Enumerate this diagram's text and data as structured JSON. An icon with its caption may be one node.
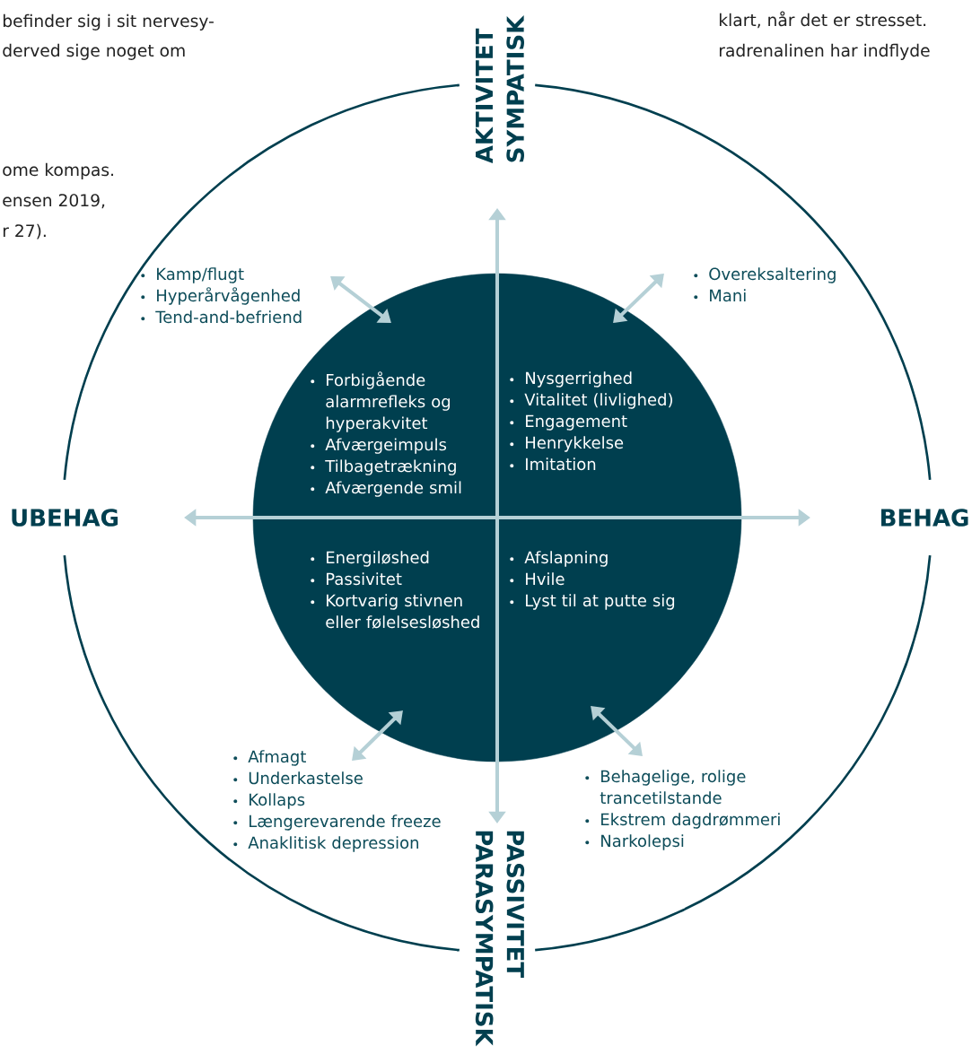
{
  "diagram": {
    "nodes": [
      {
        "text": [
          "AKTIVITET",
          "SYMPATISK"
        ]
      },
      {
        "text": [
          "UBEHAG"
        ]
      },
      {
        "text": [
          "BEHAG"
        ]
      },
      {
        "text": [
          "Kamp/flugt",
          "Hyperårvågenhed",
          "Tend-and-befriend"
        ]
      },
      {
        "text": [
          "Overeksaltering",
          "Mani"
        ]
      },
      {
        "text": [],
        "shape": "circle"
      },
      {
        "text": [
          "Forbigående alarmrefleks og hyperakvitet",
          "Afværgeimpuls",
          "Tilbagetrækning",
          "Afværgende smil"
        ],
        "in": 5
      },
      {
        "text": [
          "Nysgerrighed",
          "Vitalitet (livlighed)",
          "Engagement",
          "Henrykkelse",
          "Imitation"
        ],
        "in": 5
      },
      {
        "text": [
          "Energiløshed",
          "Passivitet",
          "Kortvarig stivnen eller følelsesløshed"
        ],
        "in": 5
      },
      {
        "text": [
          "Afslapning",
          "Hvile",
          "Lyst til at putte sig"
        ],
        "in": 5
      },
      {
        "text": [
          "Afmagt",
          "Underkastelse",
          "Kollaps",
          "Længerevarende freeze",
          "Anaklitisk depression"
        ]
      },
      {
        "text": [
          "Behagelige, rolige trancetilstande",
          "Ekstrem dagdrømmeri",
          "Narkolepsi"
        ]
      },
      {
        "text": [
          "PASSIVITET",
          "PARASYMPATISK"
        ]
      }
    ],
    "edges": [
      {
        "from": 12,
        "to": 0,
        "arrow": "both"
      },
      {
        "from": 1,
        "to": 2,
        "arrow": "both"
      },
      {
        "from": 3,
        "to": 5,
        "arrow": "both"
      },
      {
        "from": 4,
        "to": 5,
        "arrow": "both"
      },
      {
        "from": 10,
        "to": 5,
        "arrow": "both"
      },
      {
        "from": 11,
        "to": 5,
        "arrow": "both"
      }
    ],
    "labels": [
      "befinder sig i sit nervesy-",
      "derved sige noget om",
      "ome kompas.",
      "ensen 2019,",
      "r 27).",
      "klart, når det er stresset.",
      "radrenalinen har indflyde"
    ]
  }
}
